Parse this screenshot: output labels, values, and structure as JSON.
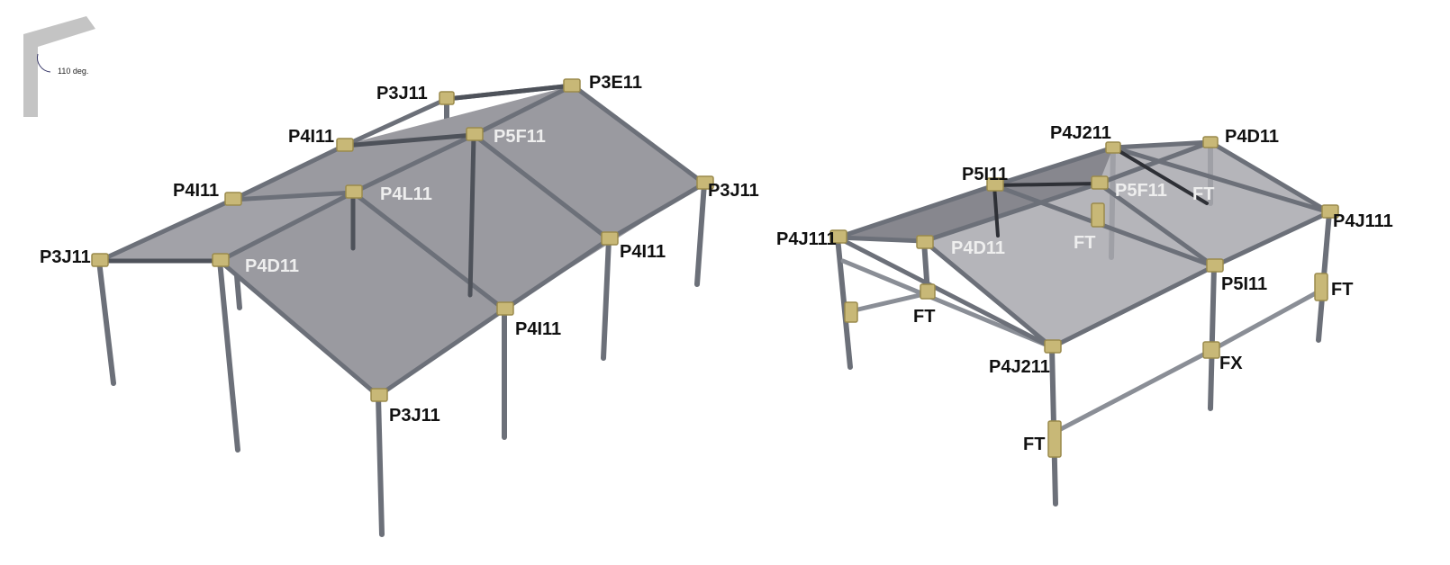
{
  "angle_icon": {
    "label": "110 deg."
  },
  "left_frame": {
    "labels": {
      "top_back_left": "P3J11",
      "top_back_right": "P3E11",
      "ridge_left": "P4I11",
      "ridge_center": "P5F11",
      "mid_left": "P4I11",
      "mid_center": "P4L11",
      "right_end": "P3J11",
      "front_left_end": "P3J11",
      "front_inner": "P4D11",
      "right_mid": "P4I11",
      "front_mid": "P4I11",
      "front_corner": "P3J11"
    }
  },
  "right_frame": {
    "labels": {
      "top_left": "P4J211",
      "top_right": "P4D11",
      "ridge_left": "P5I11",
      "ridge_center": "P5F11",
      "ft_top": "FT",
      "ft_mid": "FT",
      "left_end": "P4J111",
      "inner_left": "P4D11",
      "right_end": "P4J111",
      "right_mid": "P5I11",
      "ft_right": "FT",
      "ft_left": "FT",
      "front_corner": "P4J211",
      "fx": "FX",
      "ft_bottom": "FT"
    }
  },
  "colors": {
    "roof_fill": "#9a9aa0",
    "tube": "#6c7079",
    "tube_dark": "#4e525a",
    "connector": "#c8b877",
    "connector_edge": "#9a8a4c",
    "label_dark": "#111111",
    "label_light": "#eeeeee"
  }
}
